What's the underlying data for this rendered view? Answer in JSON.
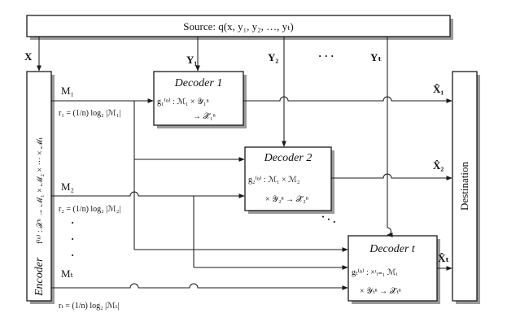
{
  "source": {
    "label": "Source: q(x, y₁, y₂, …, yₜ)"
  },
  "destination": {
    "label": "Destination"
  },
  "encoder": {
    "title": "Encoder",
    "map": "f⁽ⁿ⁾ : 𝒳ⁿ → ℳ₁ × ℳ₂ × ··· × ℳₜ"
  },
  "messages": [
    {
      "name": "M₁",
      "rate": "r₁ = (1/n) log₂ |ℳ₁|"
    },
    {
      "name": "M₂",
      "rate": "r₂ = (1/n) log₂ |ℳ₂|"
    },
    {
      "name": "Mₜ",
      "rate": "rₜ = (1/n) log₂ |ℳₜ|"
    }
  ],
  "side_info": {
    "x": "X",
    "y1": "Y₁",
    "y2": "Y₂",
    "yt": "Yₜ",
    "dots": "·   ·   ·"
  },
  "decoders": [
    {
      "title": "Decoder 1",
      "line1": "g₁⁽ⁿ⁾ : ℳ₁ × 𝒴₁ⁿ",
      "line2": "→ 𝒳̂₁ⁿ",
      "output": "X̂₁"
    },
    {
      "title": "Decoder 2",
      "line1": "g₂⁽ⁿ⁾ : ℳ₁ × ℳ₂",
      "line2": "× 𝒴₂ⁿ → 𝒳̂₂ⁿ",
      "output": "X̂₂"
    },
    {
      "title": "Decoder t",
      "line1": "gₜ⁽ⁿ⁾ : ×ᵗᵢ₌₁ ℳᵢ",
      "line2": "× 𝒴ₜⁿ → 𝒳̂ₜⁿ",
      "output": "X̂ₜ"
    }
  ],
  "vertical_dots": "·",
  "diagonal_dots": "· · ·"
}
